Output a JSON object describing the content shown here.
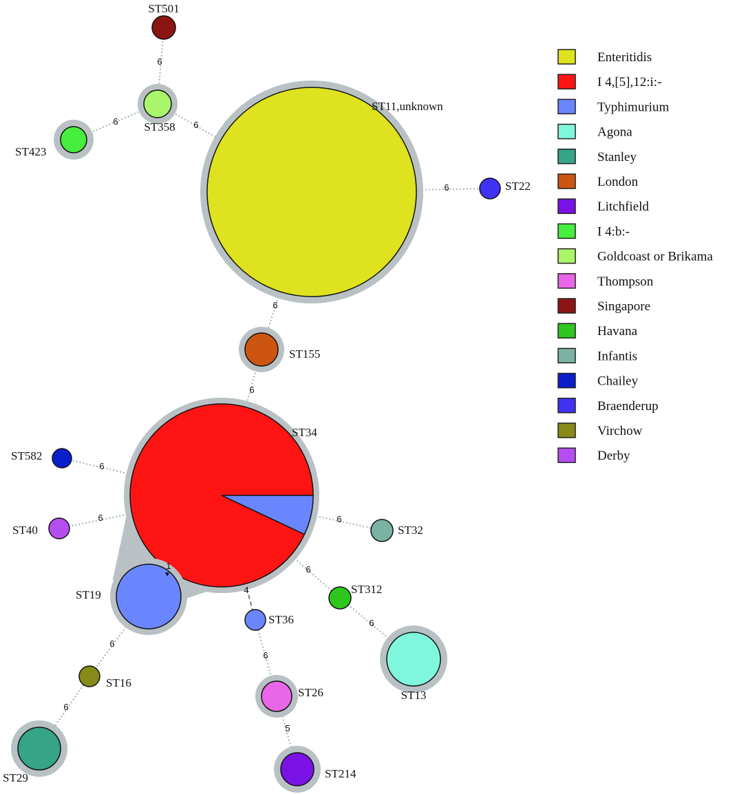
{
  "legend": [
    {
      "label": "Enteritidis",
      "color": "#dfe21f"
    },
    {
      "label": "I 4,[5],12:i:-",
      "color": "#ff1414"
    },
    {
      "label": "Typhimurium",
      "color": "#6a86ff"
    },
    {
      "label": "Agona",
      "color": "#7ff7dd"
    },
    {
      "label": "Stanley",
      "color": "#36a486"
    },
    {
      "label": "London",
      "color": "#cc5510"
    },
    {
      "label": "Litchfield",
      "color": "#7a12e6"
    },
    {
      "label": "I 4:b:-",
      "color": "#46ee3d"
    },
    {
      "label": "Goldcoast or Brikama",
      "color": "#a9f66a"
    },
    {
      "label": "Thompson",
      "color": "#ea66e8"
    },
    {
      "label": "Singapore",
      "color": "#8b1512"
    },
    {
      "label": "Havana",
      "color": "#2fc61d"
    },
    {
      "label": "Infantis",
      "color": "#7ab3a3"
    },
    {
      "label": "Chailey",
      "color": "#0a1fcc"
    },
    {
      "label": "Braenderup",
      "color": "#4032f2"
    },
    {
      "label": "Virchow",
      "color": "#878a16"
    },
    {
      "label": "Derby",
      "color": "#b54ef0"
    }
  ],
  "nodes": [
    {
      "id": "ST11",
      "label": "ST11,unknown",
      "serotype": "Enteritidis"
    },
    {
      "id": "ST501",
      "label": "ST501",
      "serotype": "Singapore"
    },
    {
      "id": "ST358",
      "label": "ST358",
      "serotype": "Goldcoast or Brikama"
    },
    {
      "id": "ST423",
      "label": "ST423",
      "serotype": "I 4:b:-"
    },
    {
      "id": "ST22",
      "label": "ST22",
      "serotype": "Braenderup"
    },
    {
      "id": "ST155",
      "label": "ST155",
      "serotype": "London"
    },
    {
      "id": "ST34",
      "label": "ST34",
      "serotype": "I 4,[5],12:i:-",
      "secondary": "Typhimurium",
      "secondary_fraction": 0.07
    },
    {
      "id": "ST582",
      "label": "ST582",
      "serotype": "Chailey"
    },
    {
      "id": "ST40",
      "label": "ST40",
      "serotype": "Derby"
    },
    {
      "id": "ST32",
      "label": "ST32",
      "serotype": "Infantis"
    },
    {
      "id": "ST19",
      "label": "ST19",
      "serotype": "Typhimurium"
    },
    {
      "id": "ST312",
      "label": "ST312",
      "serotype": "Havana"
    },
    {
      "id": "ST36",
      "label": "ST36",
      "serotype": "Typhimurium"
    },
    {
      "id": "ST13",
      "label": "ST13",
      "serotype": "Agona"
    },
    {
      "id": "ST16",
      "label": "ST16",
      "serotype": "Virchow"
    },
    {
      "id": "ST26",
      "label": "ST26",
      "serotype": "Thompson"
    },
    {
      "id": "ST29",
      "label": "ST29",
      "serotype": "Stanley"
    },
    {
      "id": "ST214",
      "label": "ST214",
      "serotype": "Litchfield"
    }
  ],
  "edges": [
    {
      "from": "ST501",
      "to": "ST358",
      "label": "6"
    },
    {
      "from": "ST358",
      "to": "ST423",
      "label": "6"
    },
    {
      "from": "ST358",
      "to": "ST11",
      "label": "6"
    },
    {
      "from": "ST11",
      "to": "ST22",
      "label": "6"
    },
    {
      "from": "ST11",
      "to": "ST155",
      "label": "6"
    },
    {
      "from": "ST155",
      "to": "ST34",
      "label": "6"
    },
    {
      "from": "ST34",
      "to": "ST582",
      "label": "6"
    },
    {
      "from": "ST34",
      "to": "ST40",
      "label": "6"
    },
    {
      "from": "ST34",
      "to": "ST32",
      "label": "6"
    },
    {
      "from": "ST34",
      "to": "ST312",
      "label": "6"
    },
    {
      "from": "ST34",
      "to": "ST19",
      "label": "1"
    },
    {
      "from": "ST34",
      "to": "ST36",
      "label": "4"
    },
    {
      "from": "ST312",
      "to": "ST13",
      "label": "6"
    },
    {
      "from": "ST19",
      "to": "ST16",
      "label": "6"
    },
    {
      "from": "ST16",
      "to": "ST29",
      "label": "6"
    },
    {
      "from": "ST36",
      "to": "ST26",
      "label": "6"
    },
    {
      "from": "ST26",
      "to": "ST214",
      "label": "5"
    }
  ]
}
